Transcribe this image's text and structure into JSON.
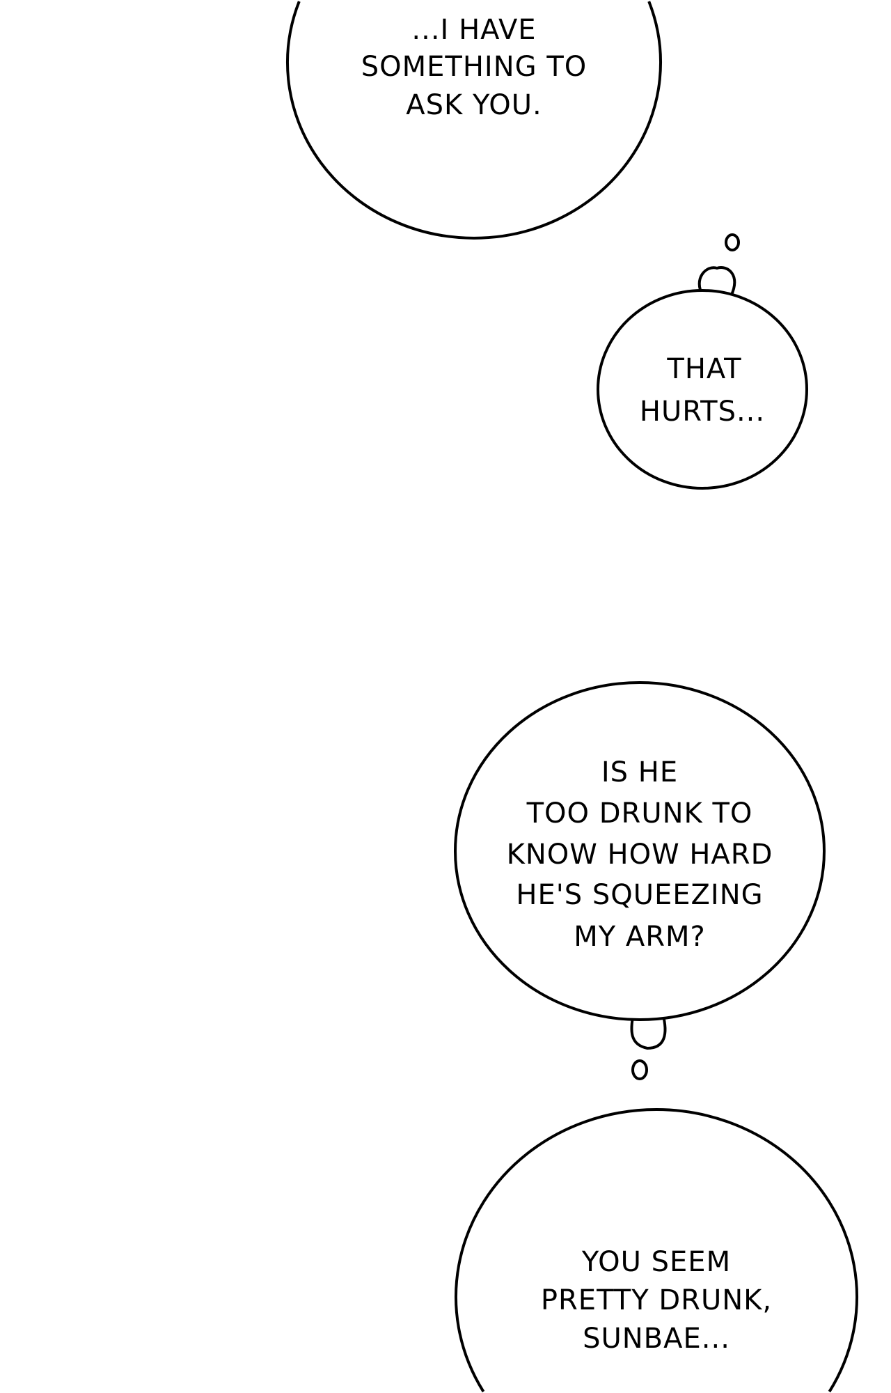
{
  "bubbles": [
    {
      "lines": [
        "...I HAVE",
        "SOMETHING TO",
        "ASK YOU."
      ]
    },
    {
      "lines": [
        "THAT",
        "HURTS..."
      ]
    },
    {
      "lines": [
        "IS HE",
        "TOO DRUNK TO",
        "KNOW HOW HARD",
        "HE'S SQUEEZING",
        "MY ARM?"
      ]
    },
    {
      "lines": [
        "YOU SEEM",
        "PRETTY DRUNK,",
        "SUNBAE..."
      ]
    }
  ]
}
